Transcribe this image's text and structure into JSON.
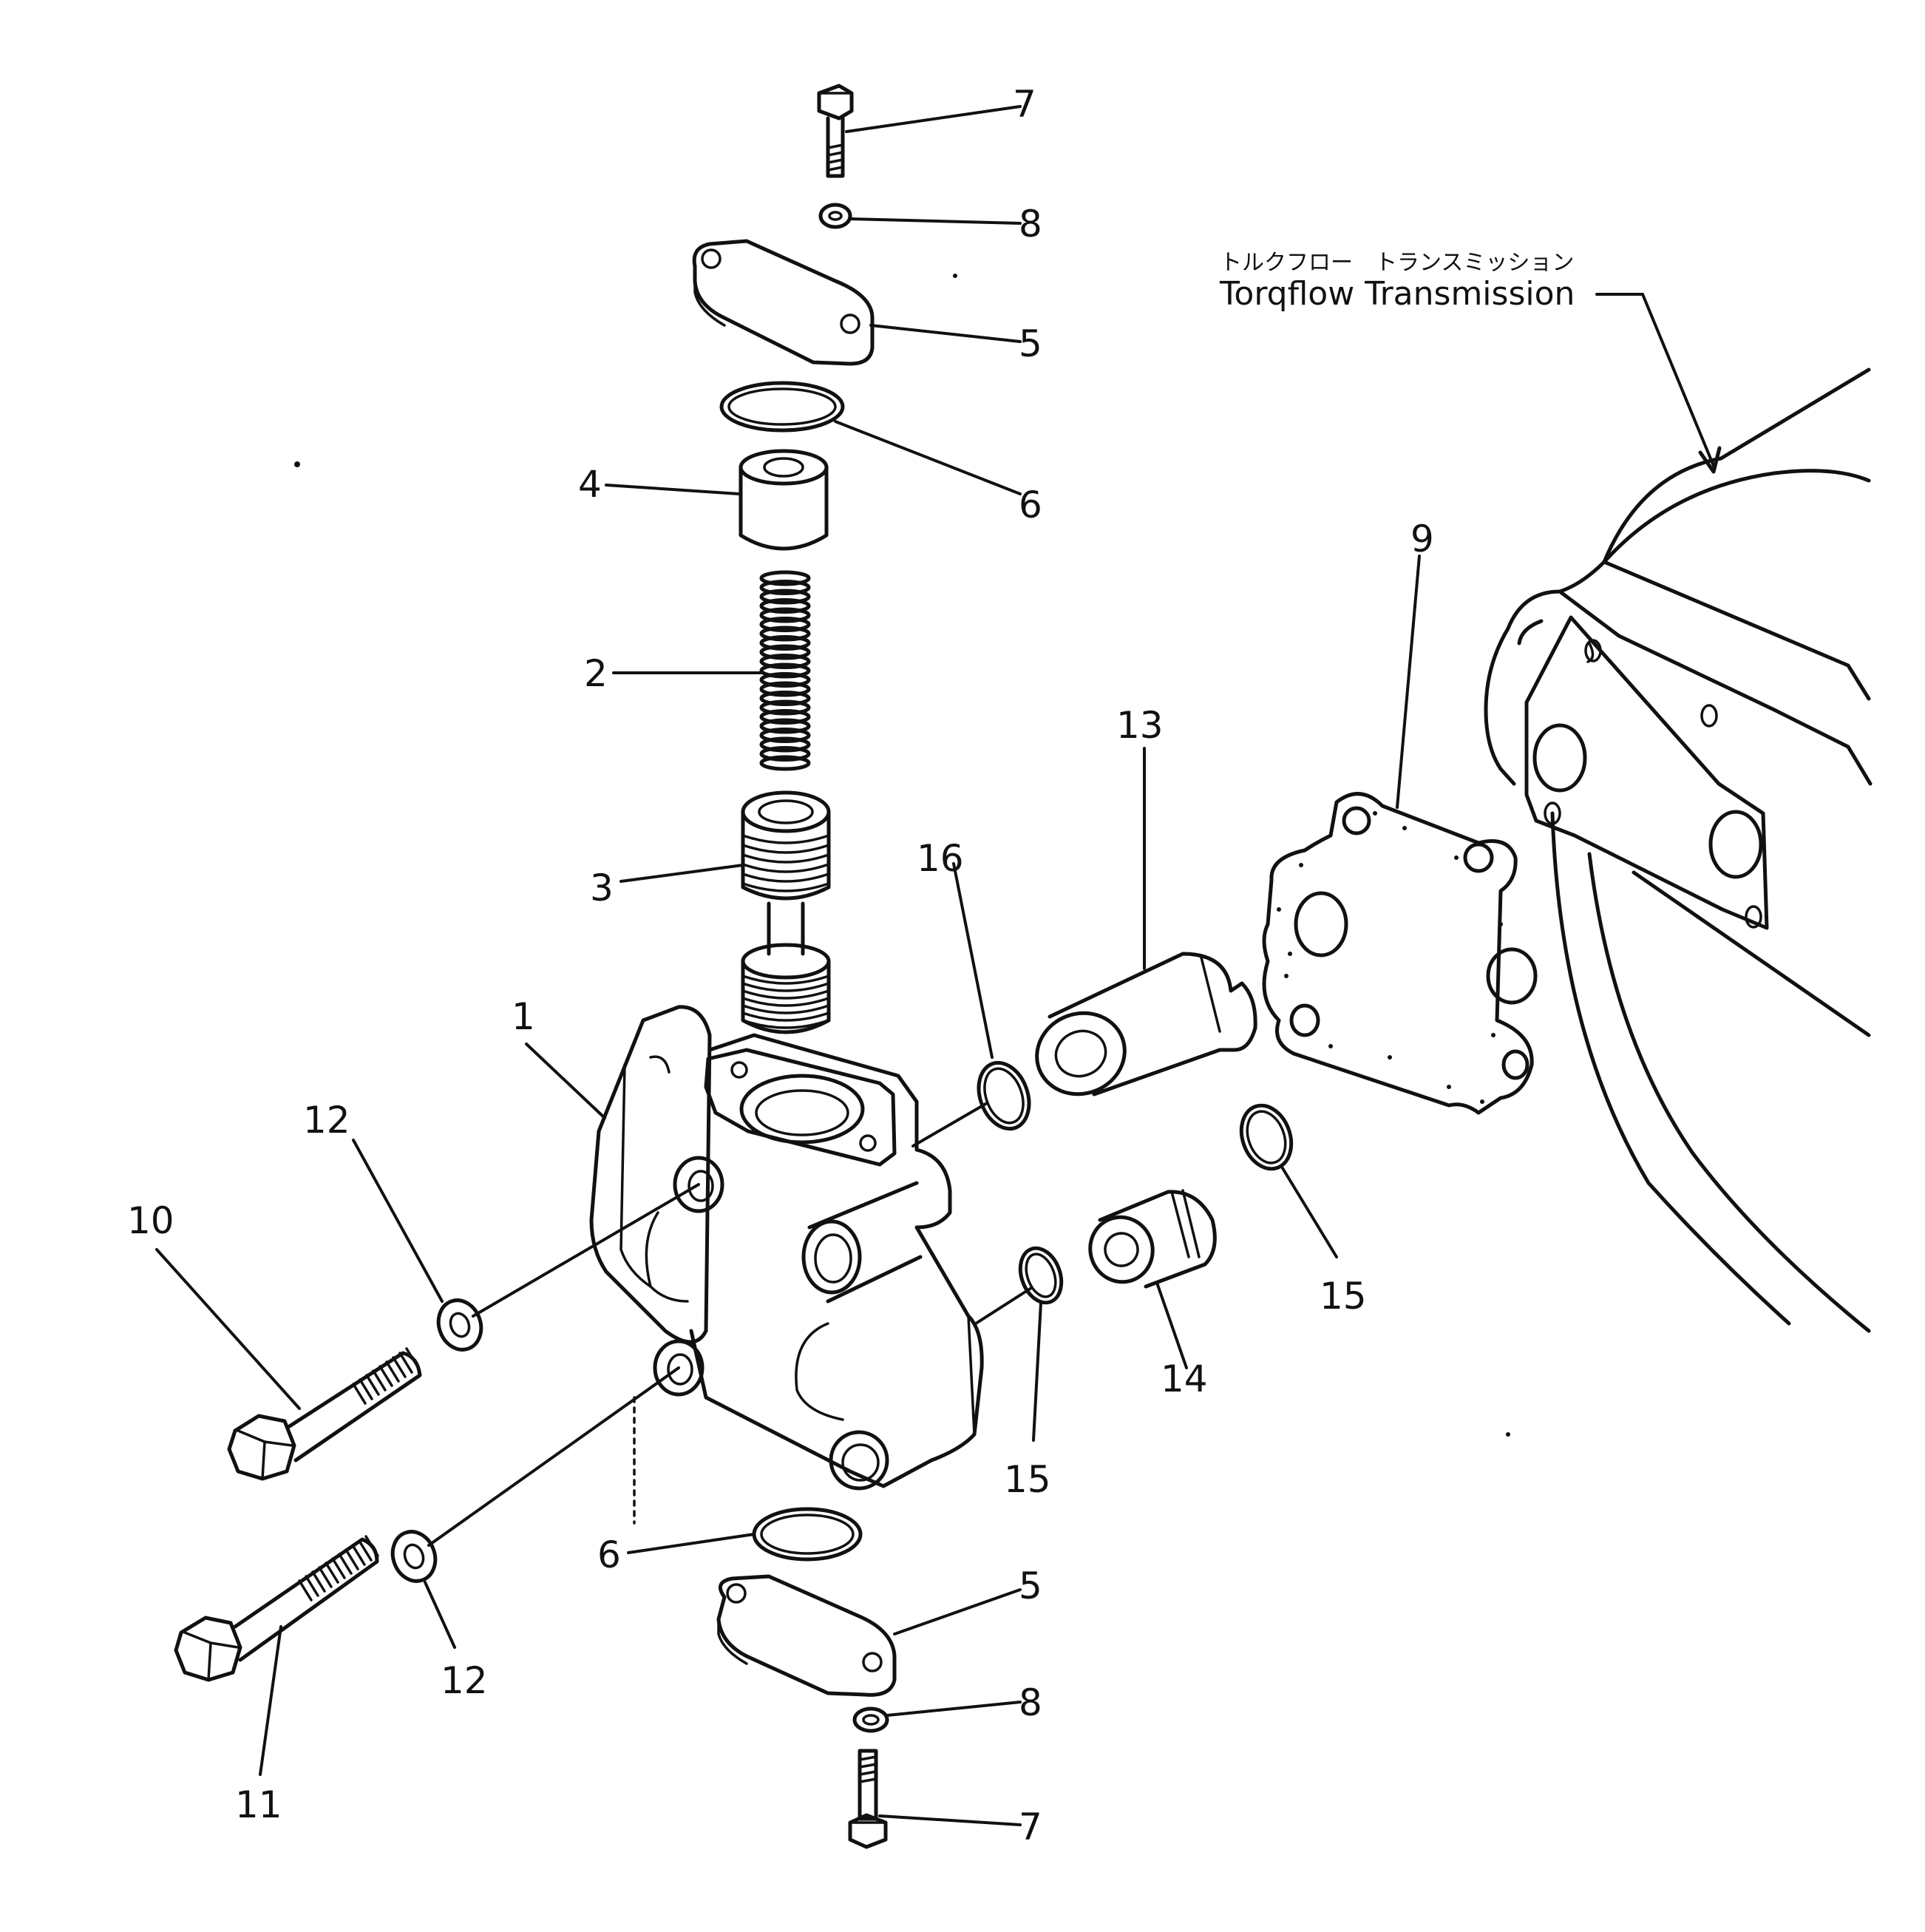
{
  "caption": {
    "japanese": "トルクフロー　トランスミッション",
    "english": "Torqflow Transmission"
  },
  "callouts": {
    "c1": "1",
    "c2": "2",
    "c3": "3",
    "c4": "4",
    "c5_top": "5",
    "c5_bottom": "5",
    "c6_top": "6",
    "c6_bottom": "6",
    "c7_top": "7",
    "c7_bottom": "7",
    "c8_top": "8",
    "c8_bottom": "8",
    "c9": "9",
    "c10": "10",
    "c11": "11",
    "c12_upper": "12",
    "c12_lower": "12",
    "c13": "13",
    "c14": "14",
    "c15_left": "15",
    "c15_right": "15",
    "c16": "16"
  }
}
